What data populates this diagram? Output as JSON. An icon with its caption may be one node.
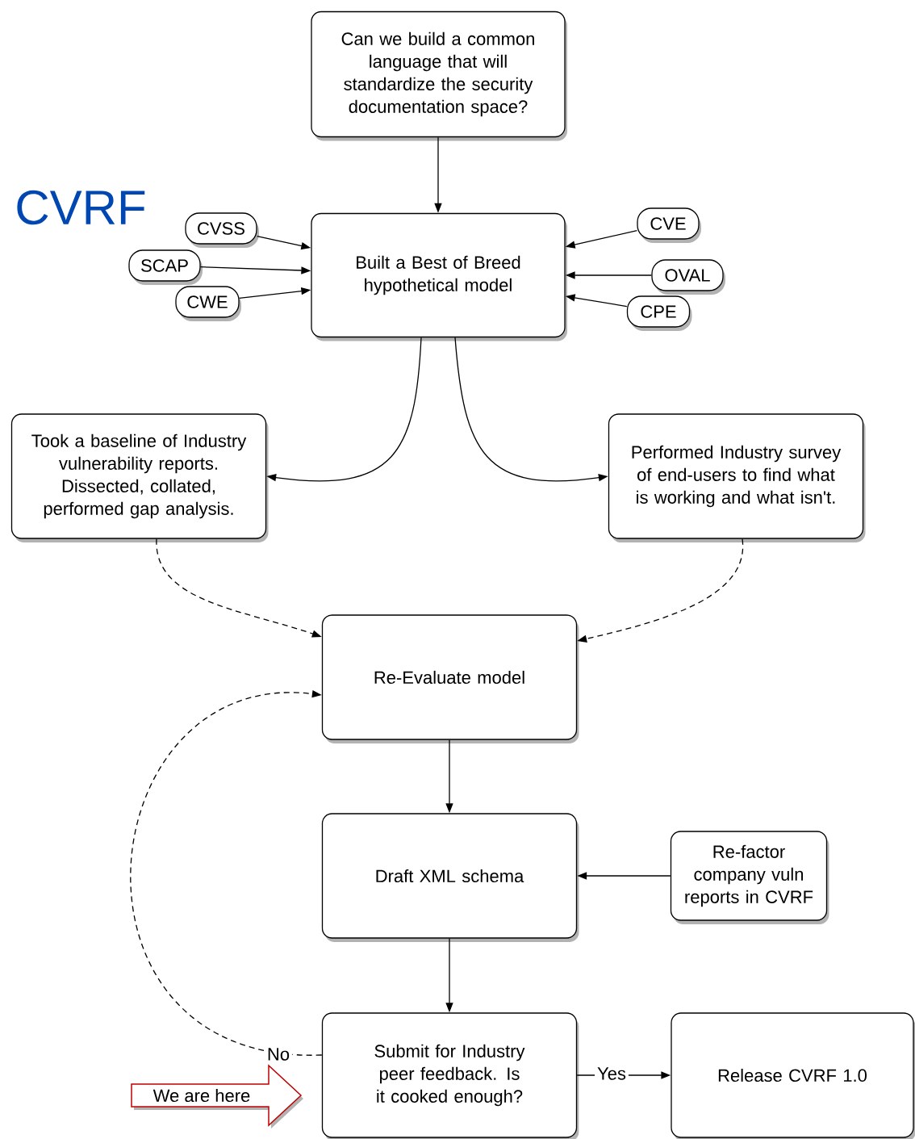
{
  "diagram": {
    "title": "CVRF",
    "nodes": [
      {
        "text": [
          "Can we build a common language that will standardize the security documentation space?"
        ]
      },
      {
        "text": [
          "CVSS"
        ]
      },
      {
        "text": [
          "SCAP"
        ]
      },
      {
        "text": [
          "CWE"
        ]
      },
      {
        "text": [
          "Built a Best of Breed hypothetical model"
        ]
      },
      {
        "text": [
          "CVE"
        ]
      },
      {
        "text": [
          "OVAL"
        ]
      },
      {
        "text": [
          "CPE"
        ]
      },
      {
        "text": [
          "Took a baseline of Industry vulnerability reports. Dissected, collated, performed gap analysis."
        ]
      },
      {
        "text": [
          "Performed Industry survey of end-users to find what is working and what isn't."
        ]
      },
      {
        "text": [
          "Re-Evaluate model"
        ]
      },
      {
        "text": [
          "Draft XML schema"
        ]
      },
      {
        "text": [
          "Re-factor company vuln reports in CVRF"
        ]
      },
      {
        "text": [
          "Submit for Industry peer feedback. Is it cooked enough?"
        ]
      },
      {
        "text": [
          "Release CVRF 1.0"
        ]
      },
      {
        "text": [
          "We are here"
        ]
      }
    ],
    "edges": [
      {
        "from": 0,
        "to": 4,
        "arrow": "to"
      },
      {
        "from": 1,
        "to": 4,
        "arrow": "to"
      },
      {
        "from": 2,
        "to": 4,
        "arrow": "to"
      },
      {
        "from": 3,
        "to": 4,
        "arrow": "to"
      },
      {
        "from": 5,
        "to": 4,
        "arrow": "to"
      },
      {
        "from": 6,
        "to": 4,
        "arrow": "to"
      },
      {
        "from": 7,
        "to": 4,
        "arrow": "to"
      },
      {
        "from": 4,
        "to": 8,
        "arrow": "to"
      },
      {
        "from": 4,
        "to": 9,
        "arrow": "to"
      },
      {
        "from": 8,
        "to": 10,
        "arrow": "to",
        "style": "dashed"
      },
      {
        "from": 9,
        "to": 10,
        "arrow": "to",
        "style": "dashed"
      },
      {
        "from": 10,
        "to": 11,
        "arrow": "to"
      },
      {
        "from": 12,
        "to": 11,
        "arrow": "to"
      },
      {
        "from": 11,
        "to": 13,
        "arrow": "to"
      },
      {
        "from": 13,
        "to": 10,
        "arrow": "to",
        "style": "dashed",
        "label": "No"
      },
      {
        "from": 13,
        "to": 14,
        "arrow": "to",
        "label": "Yes"
      }
    ]
  }
}
